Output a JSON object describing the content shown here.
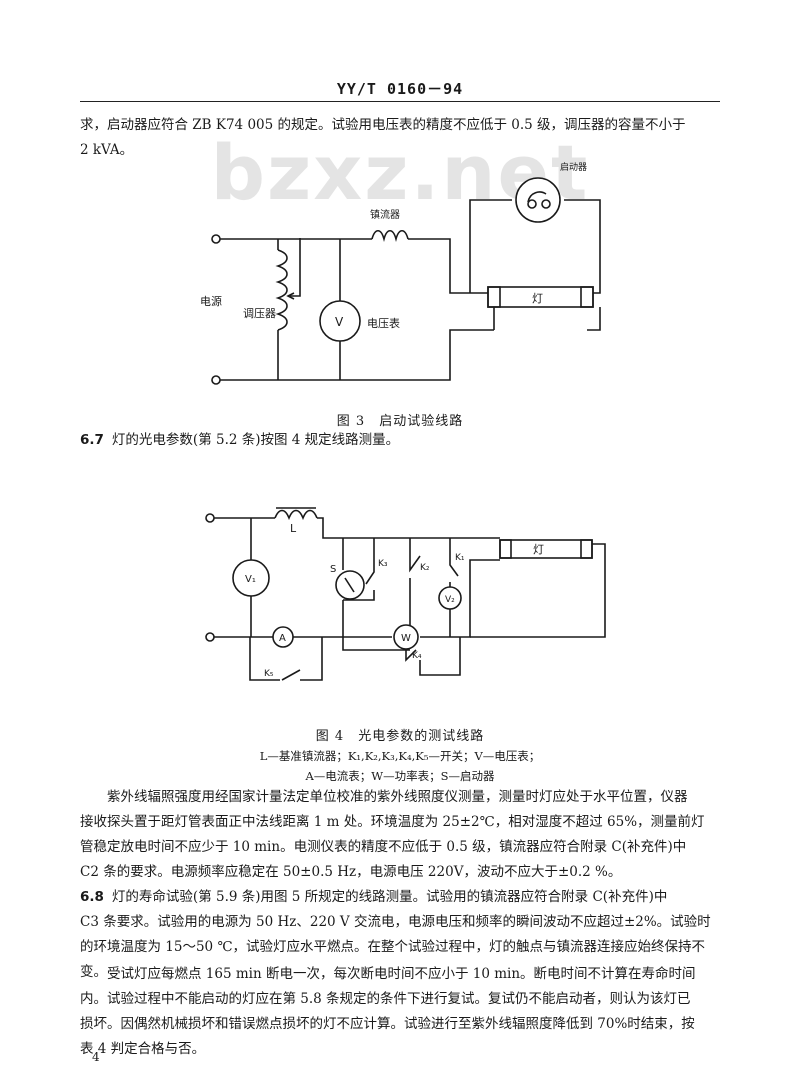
{
  "header": {
    "standard_code": "YY/T 0160－94"
  },
  "watermark": "bzxz.net",
  "intro": {
    "line1": "求，启动器应符合 ZB K74 005 的规定。试验用电压表的精度不应低于 0.5 级，调压器的容量不小于",
    "line2": "2 kVA。"
  },
  "figure3": {
    "labels": {
      "power_source": "电源",
      "regulator": "调压器",
      "ballast": "镇流器",
      "voltmeter_symbol": "V",
      "voltmeter": "电压表",
      "starter": "启动器",
      "lamp": "灯"
    },
    "caption": "图 3　启动试验线路"
  },
  "section67": {
    "number": "6.7",
    "text": "灯的光电参数(第 5.2 条)按图 4 规定线路测量。"
  },
  "figure4": {
    "labels": {
      "inductor": "L",
      "v1": "V₁",
      "v2": "V₂",
      "ammeter": "A",
      "wattmeter": "W",
      "starter": "S",
      "k1": "K₁",
      "k2": "K₂",
      "k3": "K₃",
      "k4": "K₄",
      "k5": "K₅",
      "lamp": "灯"
    },
    "caption": "图 4　光电参数的测试线路",
    "legend_line1": "L—基准镇流器；K₁,K₂,K₃,K₄,K₅—开关；V—电压表；",
    "legend_line2": "A—电流表；W—功率表；S—启动器"
  },
  "para_uv": {
    "lines": [
      "紫外线辐照强度用经国家计量法定单位校准的紫外线照度仪测量，测量时灯应处于水平位置，仪器",
      "接收探头置于距灯管表面正中法线距离 1 m 处。环境温度为 25±2℃，相对湿度不超过 65%，测量前灯",
      "管稳定放电时间不应少于 10 min。电测仪表的精度不应低于 0.5 级，镇流器应符合附录 C(补充件)中",
      "C2 条的要求。电源频率应稳定在 50±0.5 Hz，电源电压 220V，波动不应大于±0.2 %。"
    ]
  },
  "section68": {
    "number": "6.8",
    "lines": [
      "灯的寿命试验(第 5.9 条)用图 5 所规定的线路测量。试验用的镇流器应符合附录 C(补充件)中",
      "C3 条要求。试验用的电源为 50 Hz、220 V 交流电，电源电压和频率的瞬间波动不应超过±2%。试验时",
      "的环境温度为 15～50 ℃，试验灯应水平燃点。在整个试验过程中，灯的触点与镇流器连接应始终保持不",
      "变。"
    ]
  },
  "para_life": {
    "lines": [
      "受试灯应每燃点 165 min 断电一次，每次断电时间不应小于 10 min。断电时间不计算在寿命时间",
      "内。试验过程中不能启动的灯应在第 5.8 条规定的条件下进行复试。复试仍不能启动者，则认为该灯已",
      "损坏。因偶然机械损坏和错误燃点损坏的灯不应计算。试验进行至紫外线辐照度降低到 70%时结束，按",
      "表 4 判定合格与否。"
    ]
  },
  "page_number": "4"
}
